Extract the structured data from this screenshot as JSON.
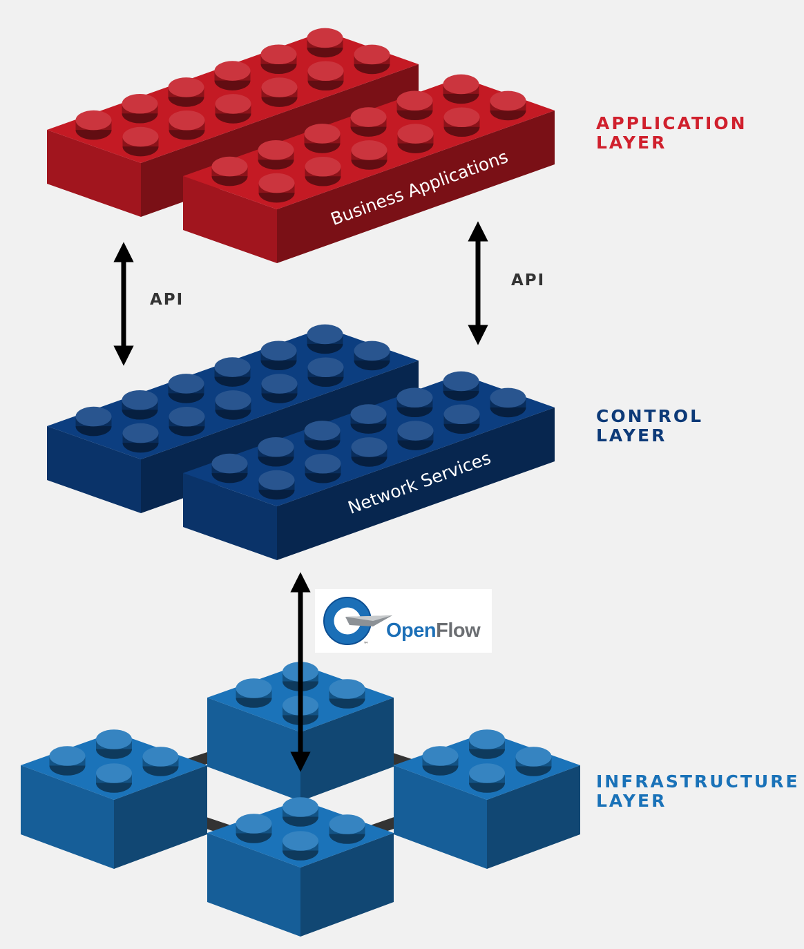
{
  "layers": {
    "application": {
      "line1": "APPLICATION",
      "line2": "LAYER",
      "color": "#d0202d",
      "block_text": "Business Applications"
    },
    "control": {
      "line1": "CONTROL",
      "line2": "LAYER",
      "color": "#0d3a78",
      "block_text": "Network Services"
    },
    "infrastructure": {
      "line1": "INFRASTRUCTURE",
      "line2": "LAYER",
      "color": "#1a72b8"
    }
  },
  "connectors": {
    "api_left": "API",
    "api_right": "API"
  },
  "openflow": {
    "word1": "Open",
    "word2": "Flow",
    "trademark": "™"
  },
  "colors": {
    "background": "#f1f1f1",
    "app_brick": "#c41a24",
    "control_brick": "#0c3e80",
    "infra_brick": "#1b73b9",
    "arrow": "#000000",
    "cable": "#333333"
  },
  "icons": [
    "up-down-arrow-icon",
    "openflow-logo-icon"
  ]
}
